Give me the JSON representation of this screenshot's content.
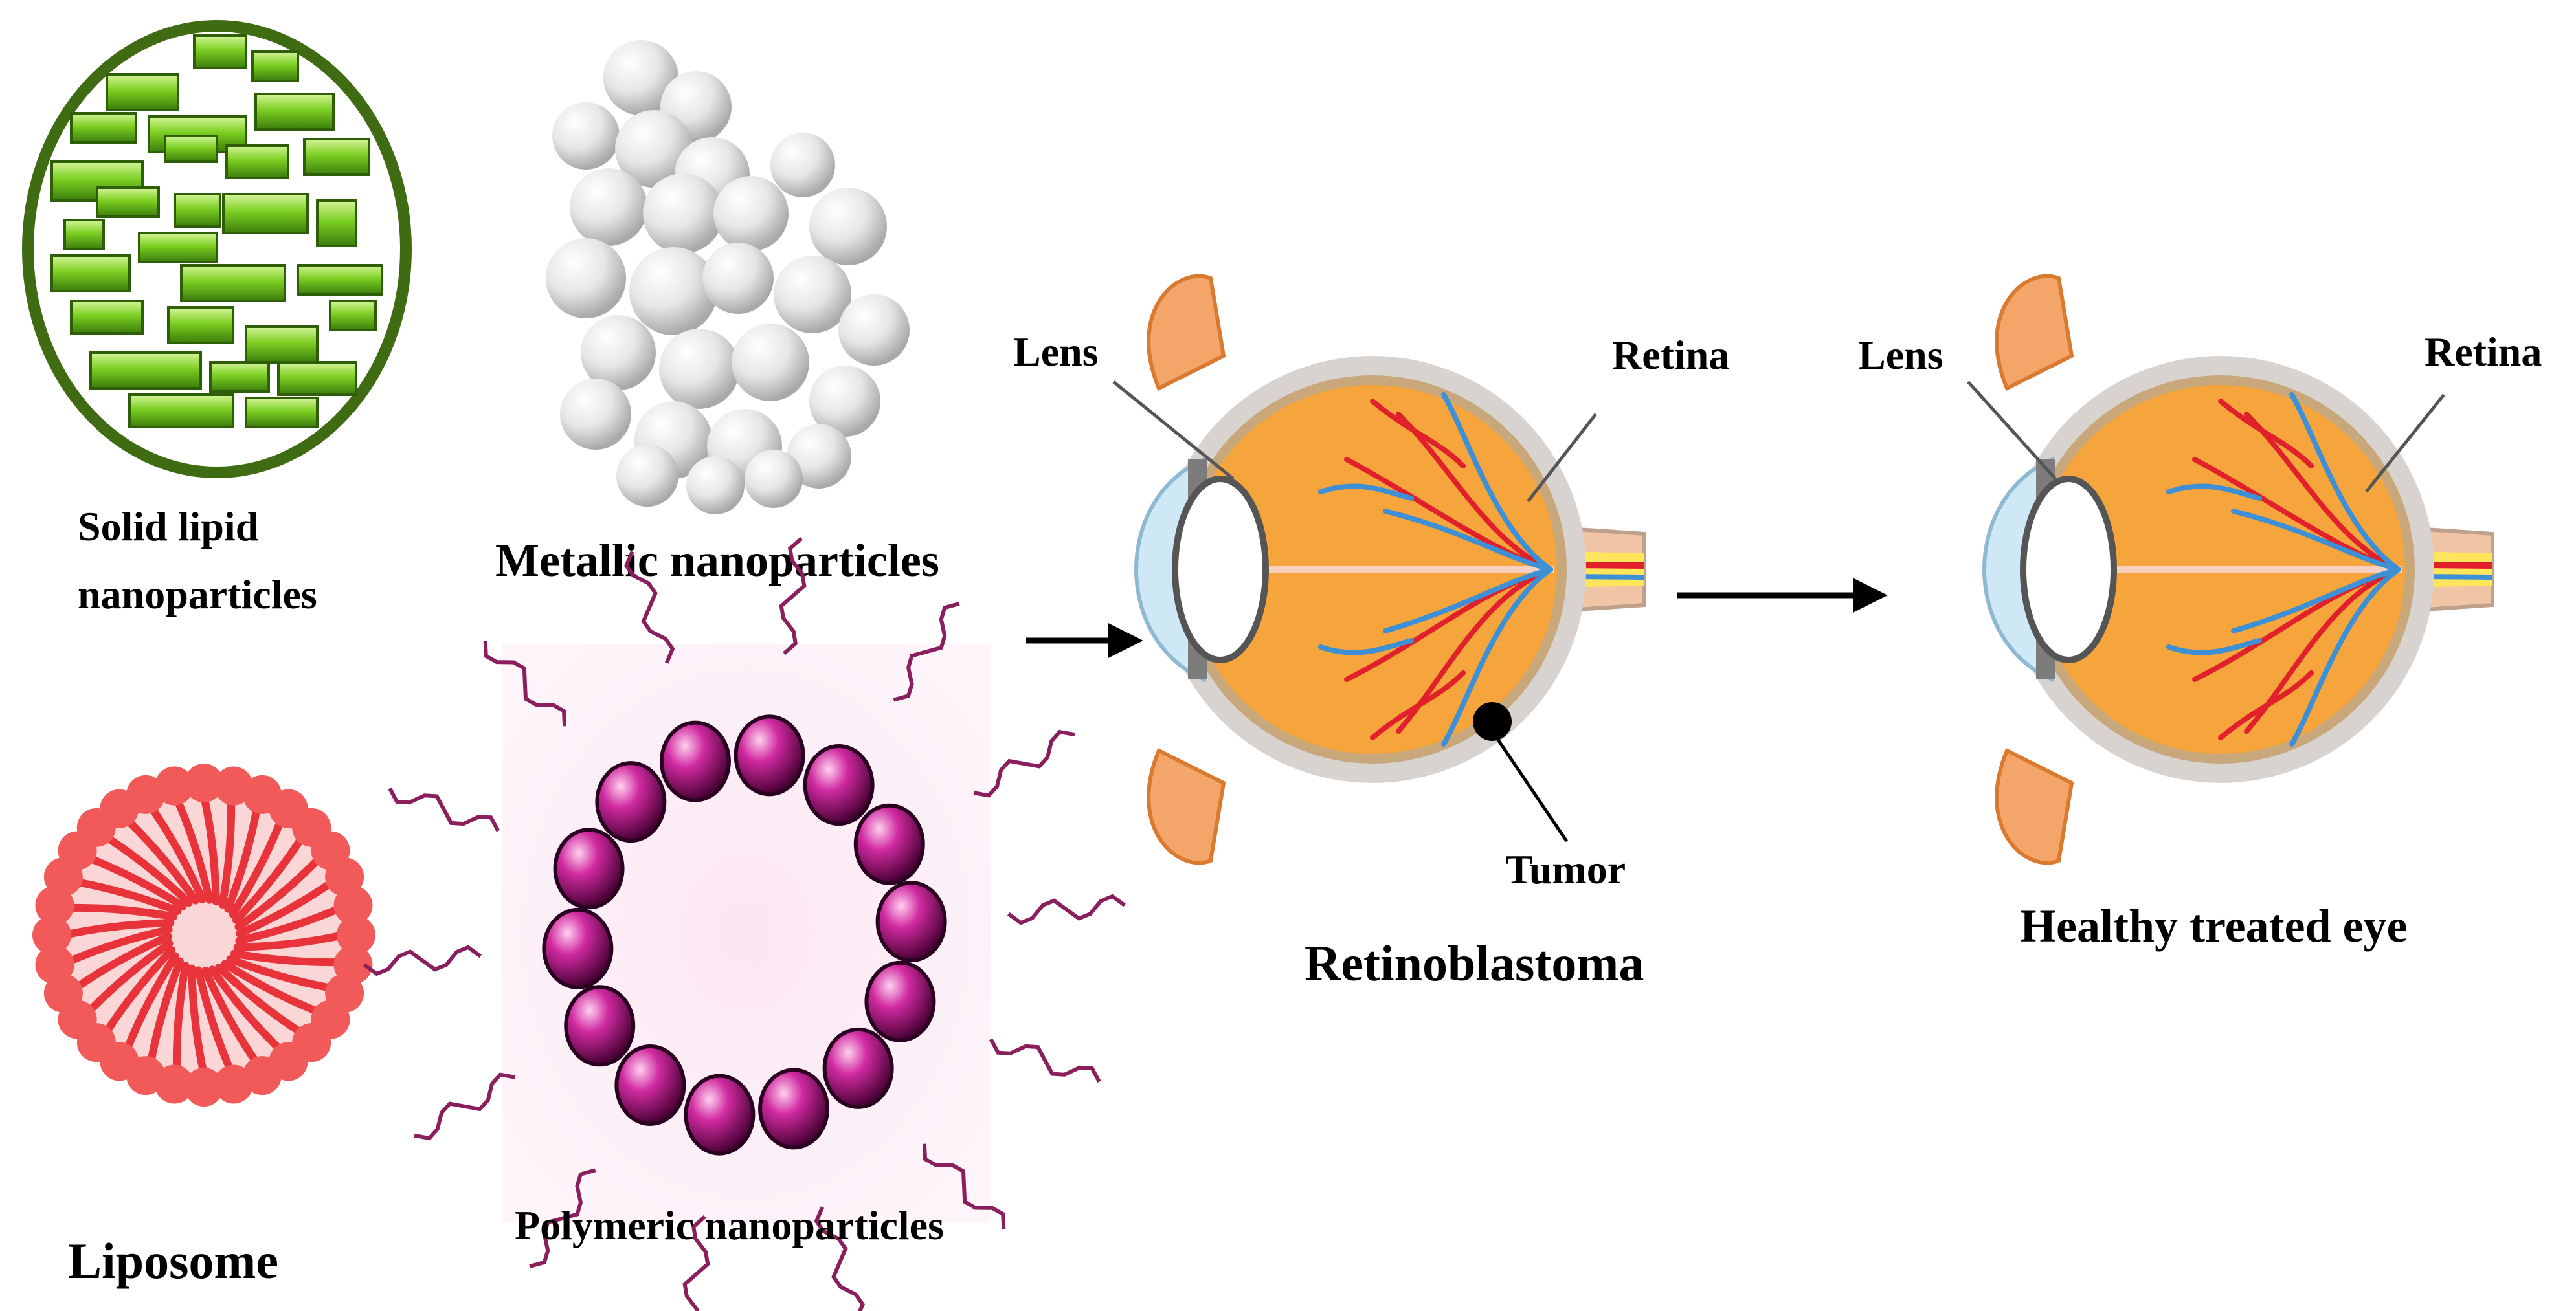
{
  "nanoparticles": {
    "solid_lipid": {
      "line1": "Solid lipid",
      "line2": "nanoparticles"
    },
    "metallic": "Metallic nanoparticles",
    "liposome": "Liposome",
    "polymeric": "Polymeric nanoparticles"
  },
  "retinoblastoma_eye": {
    "lens": "Lens",
    "retina": "Retina",
    "tumor": "Tumor",
    "caption": "Retinoblastoma"
  },
  "healthy_eye": {
    "lens": "Lens",
    "retina": "Retina",
    "caption": "Healthy treated eye"
  },
  "colors": {
    "lipid_green": "#6fbf1f",
    "lipid_border": "#3f6b12",
    "metal_gray": "#d9d9d9",
    "liposome_red": "#f25a5a",
    "polymer_magenta": "#c0148c",
    "eye_orange": "#f5a53c",
    "vessel_red": "#e0202a",
    "vessel_blue": "#3d8fd6"
  }
}
